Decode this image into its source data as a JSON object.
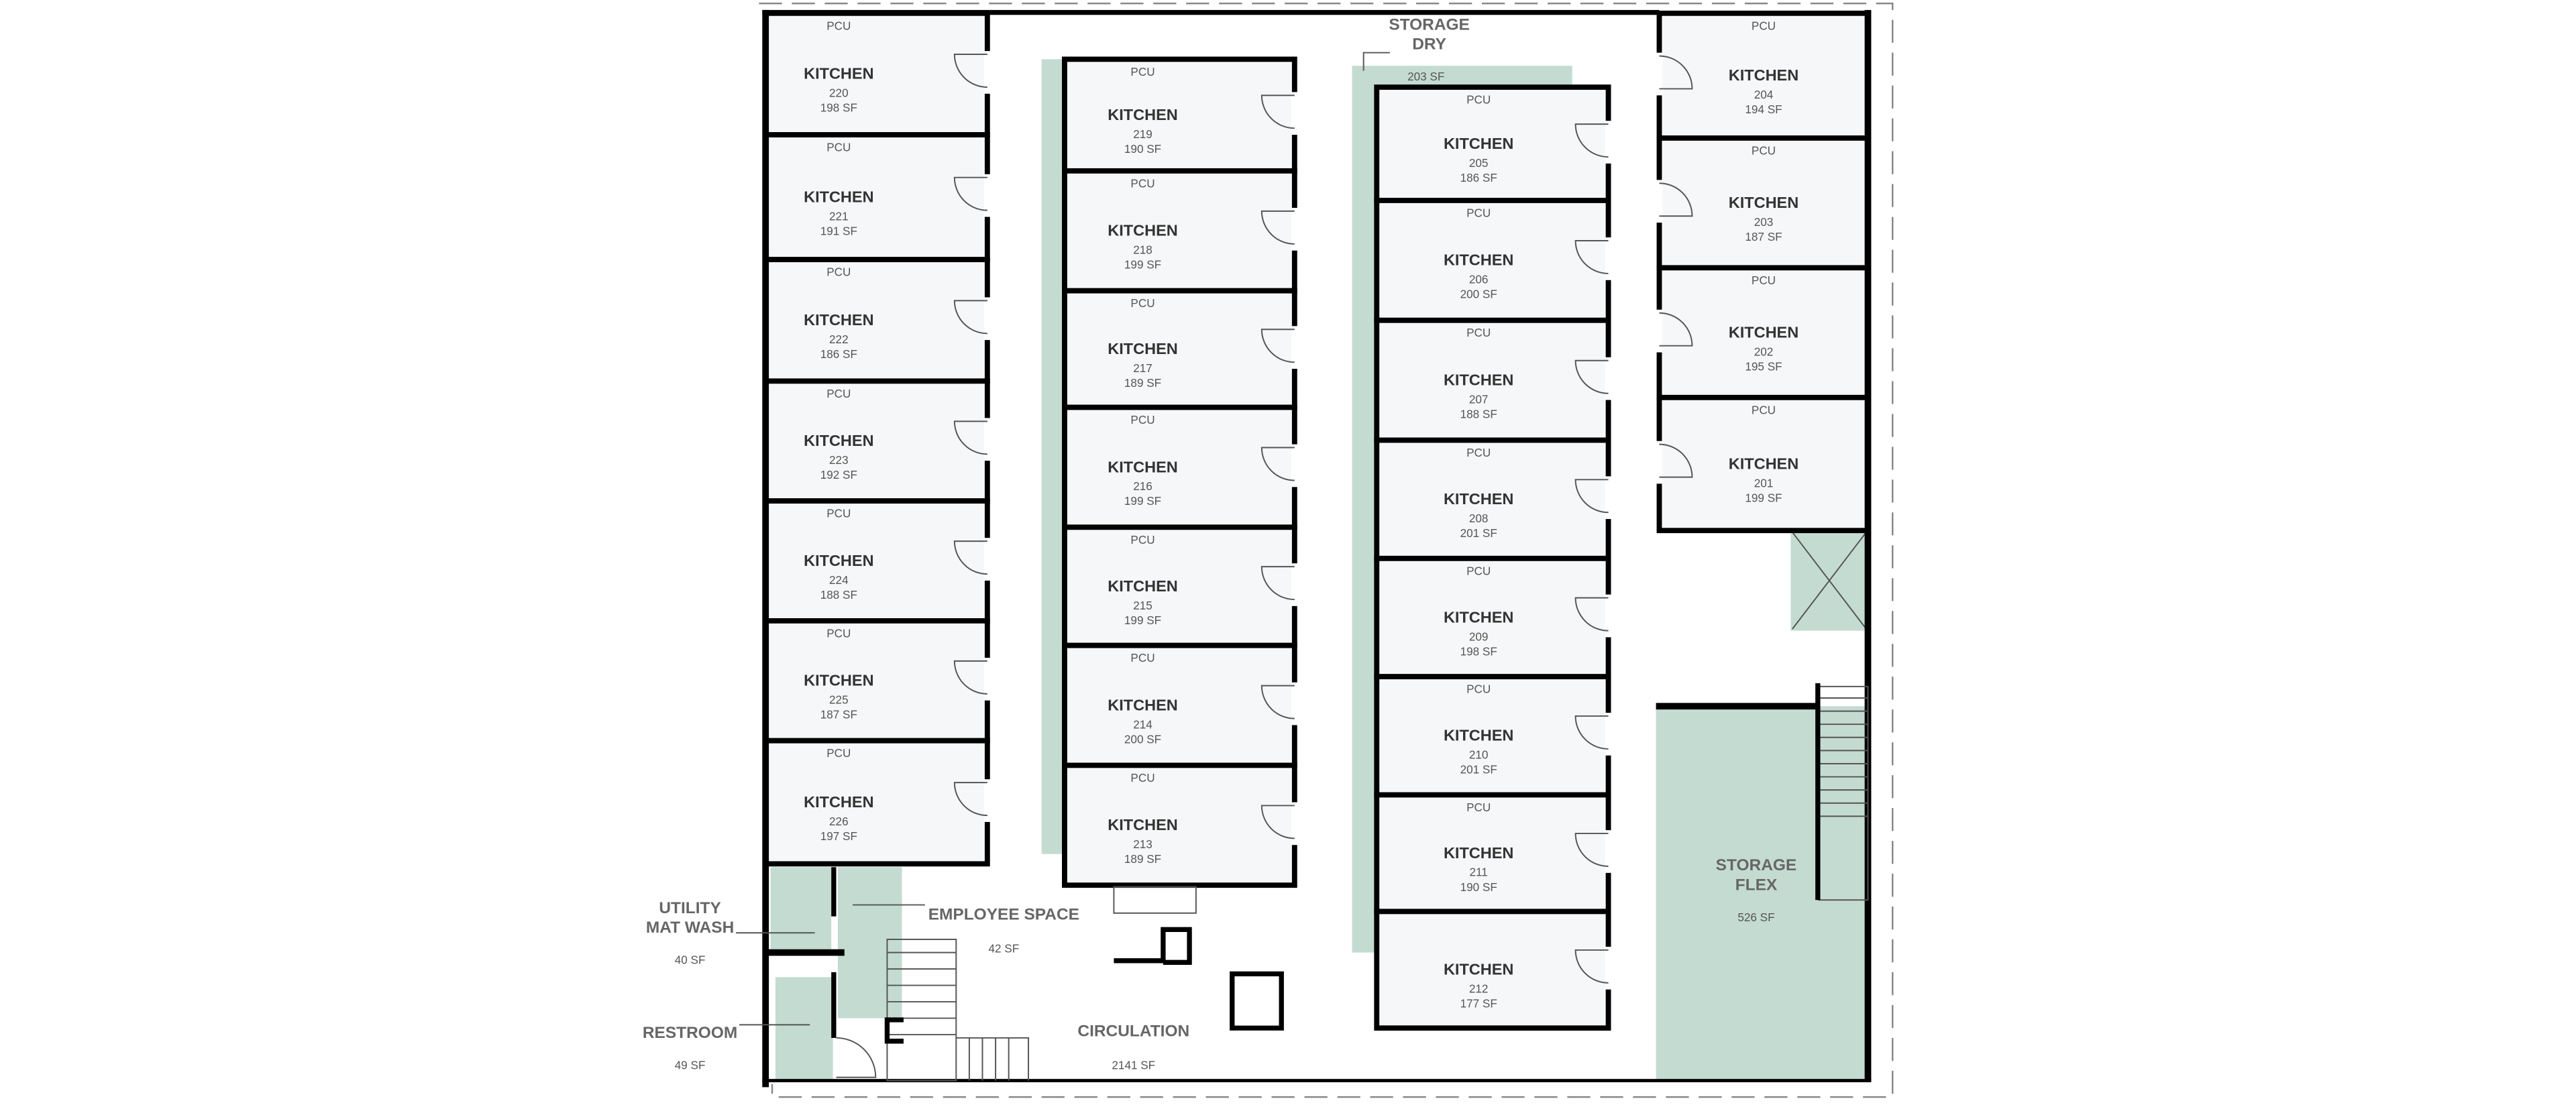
{
  "colors": {
    "room_fill": "#f6f7f8",
    "shared_space": "#c4dbd2",
    "walls": "#000000",
    "label_text": "#666666"
  },
  "rooms": [
    {
      "name": "KITCHEN",
      "number": "220",
      "area": "198 SF",
      "tag": "PCU"
    },
    {
      "name": "KITCHEN",
      "number": "221",
      "area": "191 SF",
      "tag": "PCU"
    },
    {
      "name": "KITCHEN",
      "number": "222",
      "area": "186 SF",
      "tag": "PCU"
    },
    {
      "name": "KITCHEN",
      "number": "223",
      "area": "192 SF",
      "tag": "PCU"
    },
    {
      "name": "KITCHEN",
      "number": "224",
      "area": "188 SF",
      "tag": "PCU"
    },
    {
      "name": "KITCHEN",
      "number": "225",
      "area": "187 SF",
      "tag": "PCU"
    },
    {
      "name": "KITCHEN",
      "number": "226",
      "area": "197 SF",
      "tag": "PCU"
    },
    {
      "name": "KITCHEN",
      "number": "219",
      "area": "190 SF",
      "tag": "PCU"
    },
    {
      "name": "KITCHEN",
      "number": "218",
      "area": "199 SF",
      "tag": "PCU"
    },
    {
      "name": "KITCHEN",
      "number": "217",
      "area": "189 SF",
      "tag": "PCU"
    },
    {
      "name": "KITCHEN",
      "number": "216",
      "area": "199 SF",
      "tag": "PCU"
    },
    {
      "name": "KITCHEN",
      "number": "215",
      "area": "199 SF",
      "tag": "PCU"
    },
    {
      "name": "KITCHEN",
      "number": "214",
      "area": "200 SF",
      "tag": "PCU"
    },
    {
      "name": "KITCHEN",
      "number": "213",
      "area": "189 SF",
      "tag": "PCU"
    },
    {
      "name": "KITCHEN",
      "number": "205",
      "area": "186 SF",
      "tag": "PCU"
    },
    {
      "name": "KITCHEN",
      "number": "206",
      "area": "200 SF",
      "tag": "PCU"
    },
    {
      "name": "KITCHEN",
      "number": "207",
      "area": "188 SF",
      "tag": "PCU"
    },
    {
      "name": "KITCHEN",
      "number": "208",
      "area": "201 SF",
      "tag": "PCU"
    },
    {
      "name": "KITCHEN",
      "number": "209",
      "area": "198 SF",
      "tag": "PCU"
    },
    {
      "name": "KITCHEN",
      "number": "210",
      "area": "201 SF",
      "tag": "PCU"
    },
    {
      "name": "KITCHEN",
      "number": "211",
      "area": "190 SF",
      "tag": "PCU"
    },
    {
      "name": "KITCHEN",
      "number": "212",
      "area": "177 SF",
      "tag": ""
    },
    {
      "name": "KITCHEN",
      "number": "204",
      "area": "194 SF",
      "tag": "PCU"
    },
    {
      "name": "KITCHEN",
      "number": "203",
      "area": "187 SF",
      "tag": "PCU"
    },
    {
      "name": "KITCHEN",
      "number": "202",
      "area": "195 SF",
      "tag": "PCU"
    },
    {
      "name": "KITCHEN",
      "number": "201",
      "area": "199 SF",
      "tag": "PCU"
    }
  ],
  "spaces": {
    "storage_dry": {
      "line1": "STORAGE",
      "line2": "DRY",
      "area": "203 SF"
    },
    "storage_flex": {
      "line1": "STORAGE",
      "line2": "FLEX",
      "area": "526 SF"
    },
    "utility": {
      "line1": "UTILITY",
      "line2": "MAT WASH",
      "area": "40 SF"
    },
    "restroom": {
      "line1": "RESTROOM",
      "area": "49 SF"
    },
    "employee": {
      "line1": "EMPLOYEE SPACE",
      "area": "42 SF"
    },
    "circulation": {
      "line1": "CIRCULATION",
      "area": "2141 SF"
    }
  }
}
